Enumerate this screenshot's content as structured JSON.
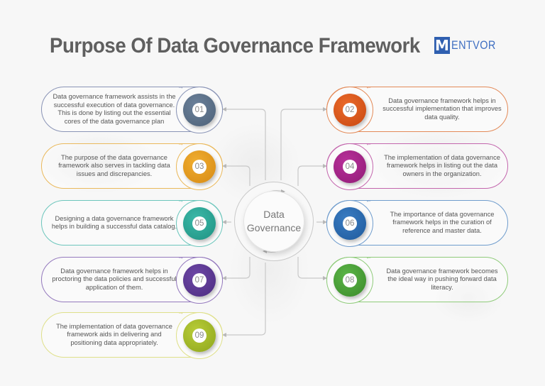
{
  "title": "Purpose Of Data Governance Framework",
  "logo": {
    "mark": "M",
    "text": "ENTVOR",
    "color": "#2f5fb0"
  },
  "center": {
    "line1": "Data",
    "line2": "Governance"
  },
  "items": [
    {
      "num": "01",
      "side": "left",
      "color": "#5a6f85",
      "text": "Data governance framework assists in the successful execution of data governance. This is done by listing out the essential cores of the data governance plan",
      "lines": [
        "Data governance framework assists in",
        "the successful execution of data gov-",
        "ernance. This is done by listing out the",
        "essential cores of the data",
        "governance plan"
      ]
    },
    {
      "num": "02",
      "side": "right",
      "color": "#d9541a",
      "text": "Data governance framework helps in successful implementation that improves data quality.",
      "lines": [
        "Data governance framework helps in",
        "successful implementation that im-",
        "proves",
        "data quality."
      ]
    },
    {
      "num": "03",
      "side": "left",
      "color": "#e39a1f",
      "text": "The purpose of the data governance framework also serves in tackling data issues and discrepancies.",
      "lines": [
        "The purpose of the data governance",
        "framework also serves in tackling",
        "data issues and discrepancies."
      ]
    },
    {
      "num": "04",
      "side": "right",
      "color": "#a8238a",
      "text": "The implementation of data governance framework helps in listing out the data owners in the organization.",
      "lines": [
        "The implementation of data govern-",
        "ance framework helps in listing out",
        "the data owners in the organization."
      ]
    },
    {
      "num": "05",
      "side": "left",
      "color": "#2aa89a",
      "text": "Designing a data governance framework helps in building a successful data catalog.",
      "lines": [
        "Designing a data governance frame-",
        "work helps in building a successful",
        "data catalog."
      ]
    },
    {
      "num": "06",
      "side": "right",
      "color": "#2b6cb0",
      "text": "The importance of data governance framework helps in the curation of reference and master data.",
      "lines": [
        "The importance of data governance",
        "framework helps in the curation of ref-",
        "erence and master data."
      ]
    },
    {
      "num": "07",
      "side": "left",
      "color": "#5e3a93",
      "text": "Data governance framework helps in proctoring the data policies and successful application of them.",
      "lines": [
        "Data governance framework helps in",
        "proctoring the data policies and suc-",
        "cessful application of them."
      ]
    },
    {
      "num": "08",
      "side": "right",
      "color": "#4aa33a",
      "text": "Data governance framework becomes the ideal way in pushing forward data literacy.",
      "lines": [
        "Data governance framework be-",
        "comes the ideal way in pushing for-",
        "ward data literacy."
      ]
    },
    {
      "num": "09",
      "side": "left",
      "color": "#a9c02a",
      "text": "The implementation of data governance framework aids in delivering and positioning data appropriately.",
      "lines": [
        "The implementation of data govern-",
        "ance framework aids in delivering and",
        "positioning data appropriately."
      ]
    }
  ],
  "icons": {
    "arrow_right": "→",
    "arrow_left": "←"
  }
}
